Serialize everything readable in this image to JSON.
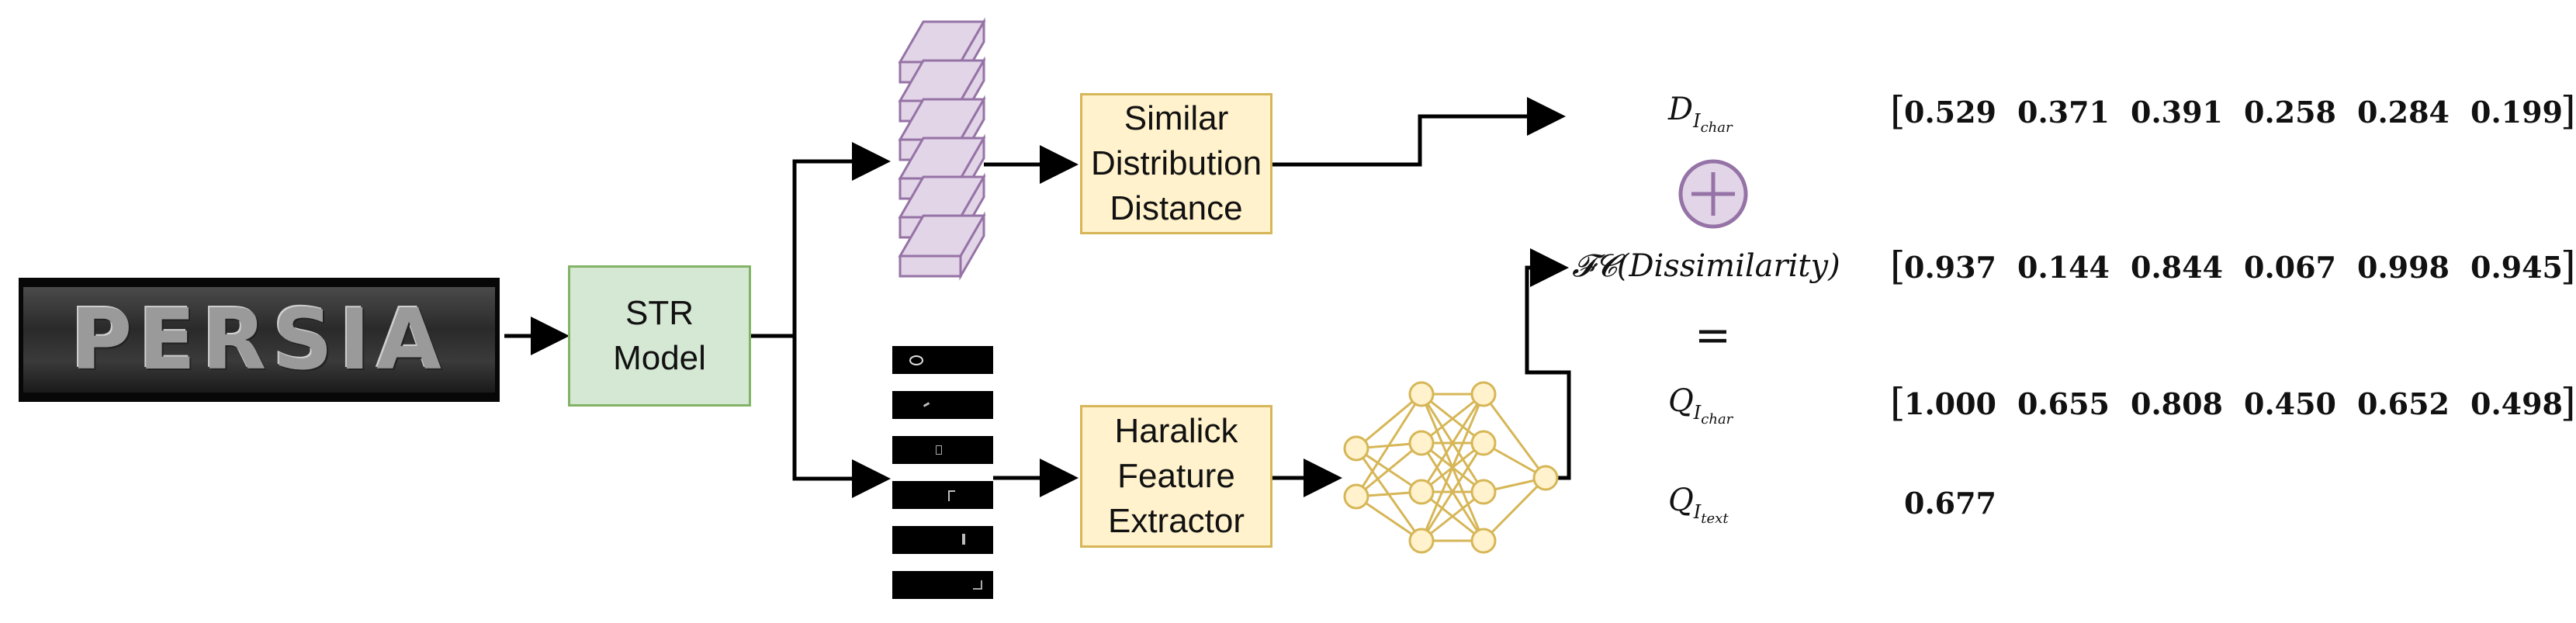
{
  "input_image": {
    "text": "PERSIA"
  },
  "str_model": {
    "line1": "STR",
    "line2": "Model"
  },
  "similar_distribution": {
    "line1": "Similar",
    "line2": "Distribution",
    "line3": "Distance"
  },
  "haralick": {
    "line1": "Haralick",
    "line2": "Feature",
    "line3": "Extractor"
  },
  "rows": {
    "d_char": {
      "label": "D",
      "sub": "I",
      "subsub": "char",
      "values": [
        "0.529",
        "0.371",
        "0.391",
        "0.258",
        "0.284",
        "0.199"
      ]
    },
    "fc": {
      "label": "𝓕𝓒(Dissimilarity)",
      "values": [
        "0.937",
        "0.144",
        "0.844",
        "0.067",
        "0.998",
        "0.945"
      ]
    },
    "q_char": {
      "label": "Q",
      "sub": "I",
      "subsub": "char",
      "values": [
        "1.000",
        "0.655",
        "0.808",
        "0.450",
        "0.652",
        "0.498"
      ]
    },
    "q_text": {
      "label": "Q",
      "sub": "I",
      "subsub": "text",
      "value": "0.677"
    }
  },
  "symbols": {
    "equals": "=",
    "bracket_open": "[",
    "bracket_close": "]"
  },
  "colors": {
    "green_fill": "#d5e8d4",
    "green_border": "#82b366",
    "yellow_fill": "#fff2cc",
    "yellow_border": "#d6b656",
    "purple_fill": "#e1d5e7",
    "purple_border": "#9673a6",
    "net_fill": "#fff2cc",
    "net_border": "#d6b656"
  }
}
